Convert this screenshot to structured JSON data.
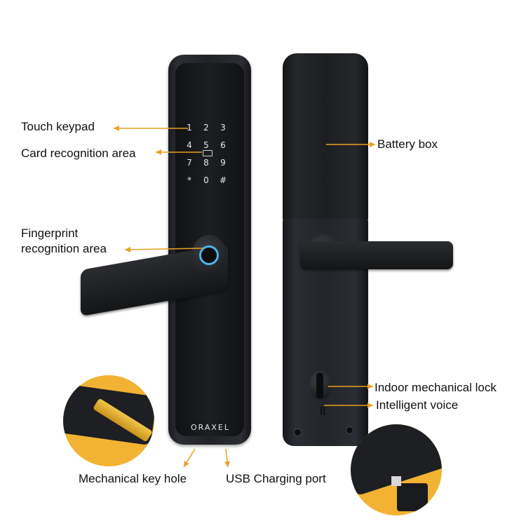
{
  "labels": {
    "touch_keypad": "Touch keypad",
    "card_area": "Card recognition area",
    "fingerprint_line1": "Fingerprint",
    "fingerprint_line2": "recognition area",
    "battery_box": "Battery box",
    "indoor_lock": "Indoor mechanical lock",
    "intelligent_voice": "Intelligent voice",
    "key_hole": "Mechanical key hole",
    "usb_port": "USB Charging port"
  },
  "brand": "ORAXEL",
  "keypad": [
    "1",
    "2",
    "3",
    "4",
    "5",
    "6",
    "7",
    "8",
    "9",
    "*",
    "0",
    "#"
  ],
  "colors": {
    "accent": "#f2b233",
    "arrow": "#e8a020",
    "lock_body": "#1f2125",
    "fingerprint_ring": "#4fb3e6"
  }
}
